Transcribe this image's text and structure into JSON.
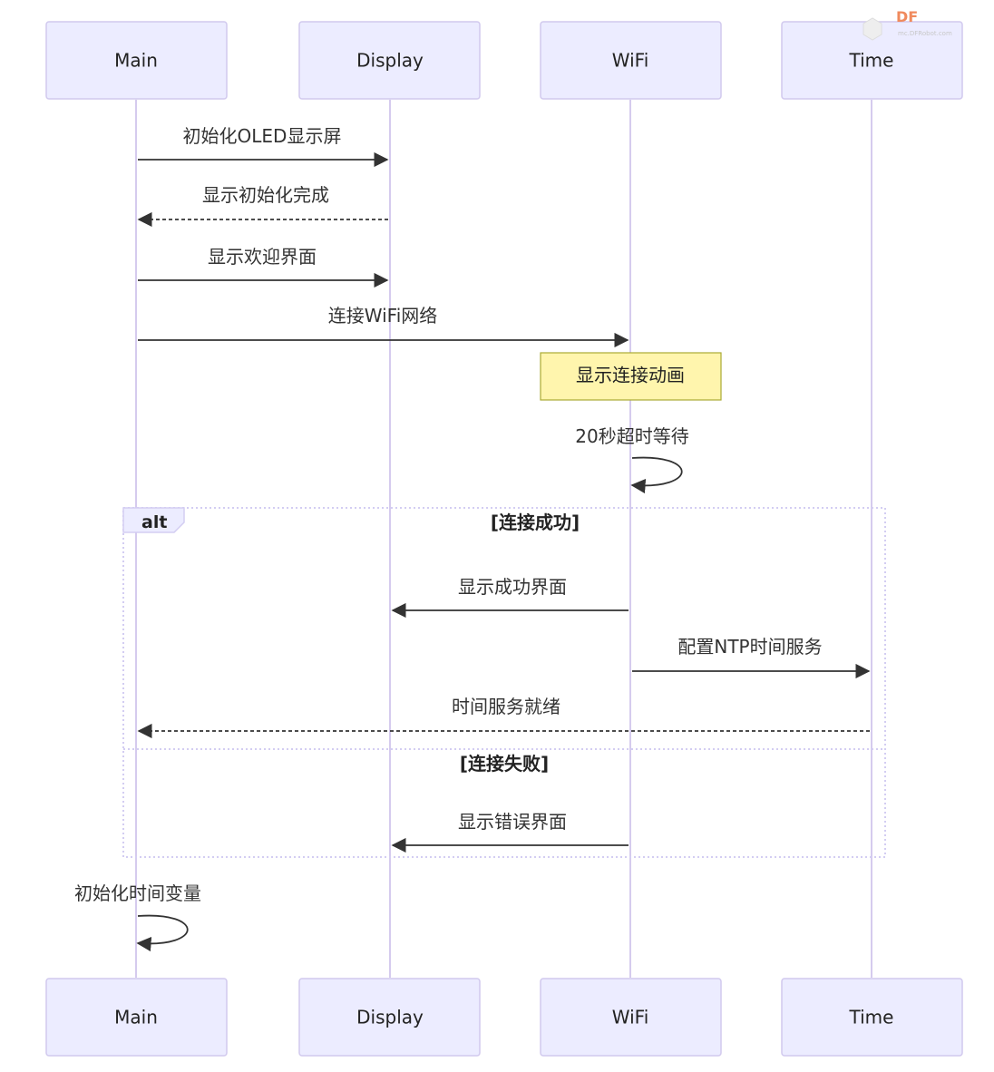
{
  "actors": [
    {
      "id": "main",
      "label": "Main"
    },
    {
      "id": "display",
      "label": "Display"
    },
    {
      "id": "wifi",
      "label": "WiFi"
    },
    {
      "id": "time",
      "label": "Time"
    }
  ],
  "messages": [
    {
      "from": "main",
      "to": "display",
      "text": "初始化OLED显示屏",
      "style": "solid"
    },
    {
      "from": "display",
      "to": "main",
      "text": "显示初始化完成",
      "style": "dashed"
    },
    {
      "from": "main",
      "to": "display",
      "text": "显示欢迎界面",
      "style": "solid"
    },
    {
      "from": "main",
      "to": "wifi",
      "text": "连接WiFi网络",
      "style": "solid"
    },
    {
      "from": "wifi",
      "to": "wifi",
      "text": "20秒超时等待",
      "style": "self"
    },
    {
      "from": "wifi",
      "to": "display",
      "text": "显示成功界面",
      "style": "solid"
    },
    {
      "from": "wifi",
      "to": "time",
      "text": "配置NTP时间服务",
      "style": "solid"
    },
    {
      "from": "time",
      "to": "main",
      "text": "时间服务就绪",
      "style": "dashed"
    },
    {
      "from": "wifi",
      "to": "display",
      "text": "显示错误界面",
      "style": "solid"
    },
    {
      "from": "main",
      "to": "main",
      "text": "初始化时间变量",
      "style": "self"
    }
  ],
  "note": {
    "over": "wifi",
    "text": "显示连接动画"
  },
  "alt_frame": {
    "label": "alt",
    "sections": [
      "[连接成功]",
      "[连接失败]"
    ]
  },
  "watermark": {
    "text": "DF",
    "sub": "mc.DFRobot.com"
  },
  "colors": {
    "actor_fill": "#ececff",
    "actor_stroke": "#d1c9ee",
    "note_fill": "#fff5ad",
    "line": "#333333",
    "accent": "#f08a5d"
  }
}
